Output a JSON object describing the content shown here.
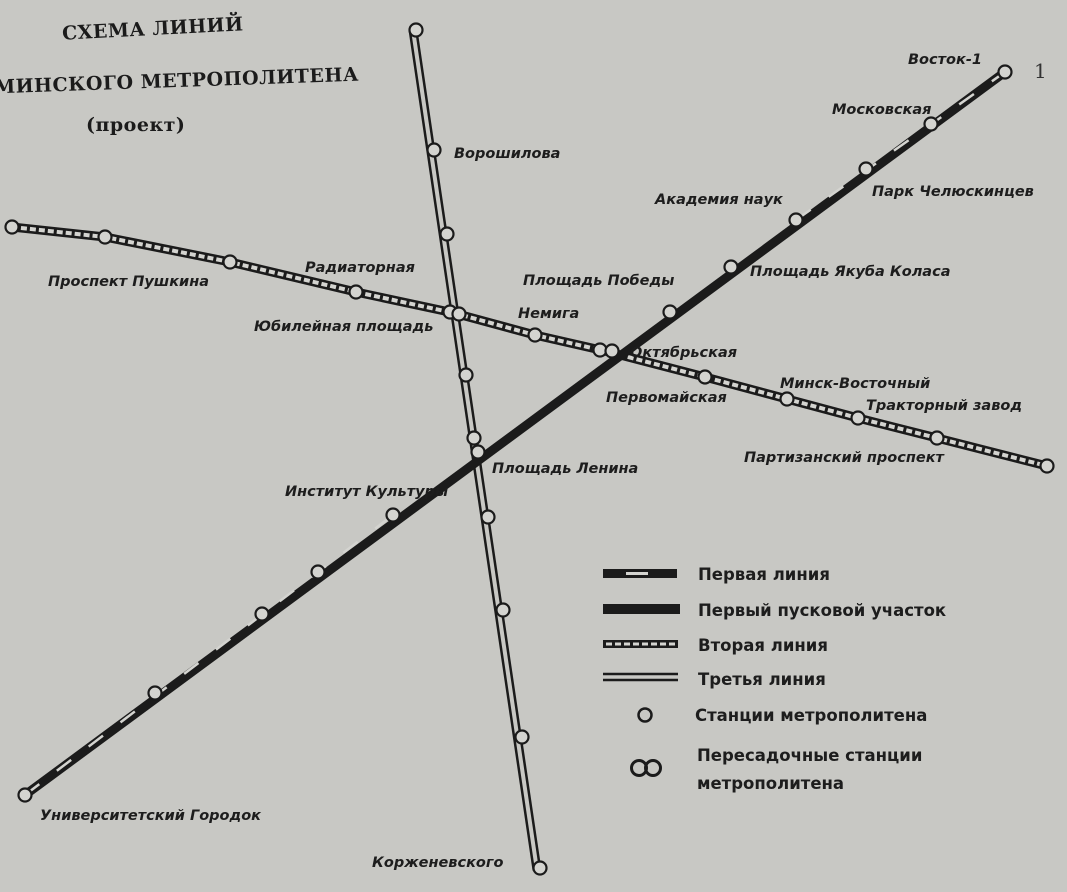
{
  "title": {
    "line1": "СХЕМА ЛИНИЙ",
    "line2": "МИНСКОГО МЕТРОПОЛИТЕНА",
    "line3": "(проект)"
  },
  "line_number": "1",
  "colors": {
    "paper": "#c8c8c4",
    "ink": "#1b1b1b"
  },
  "lines": {
    "first": {
      "stations": [
        "Университетский Городок",
        "Институт Культуры",
        "Площадь Ленина",
        "Октябрьская",
        "Площадь Победы",
        "Площадь Якуба Коласа",
        "Академия наук",
        "Парк Челюскинцев",
        "Московская",
        "Восток-1"
      ]
    },
    "second": {
      "stations": [
        "Проспект Пушкина",
        "Радиаторная",
        "Юбилейная площадь",
        "Немига",
        "Первомайская",
        "Минск-Восточный",
        "Тракторный завод",
        "Партизанский проспект"
      ]
    },
    "third": {
      "stations": [
        "Ворошилова",
        "Корженевского"
      ]
    }
  },
  "legend": {
    "first_line": "Первая линия",
    "first_launch": "Первый пусковой участок",
    "second_line": "Вторая линия",
    "third_line": "Третья линия",
    "stations": "Станции метрополитена",
    "transfer_line1": "Пересадочные станции",
    "transfer_line2": "метрополитена"
  }
}
